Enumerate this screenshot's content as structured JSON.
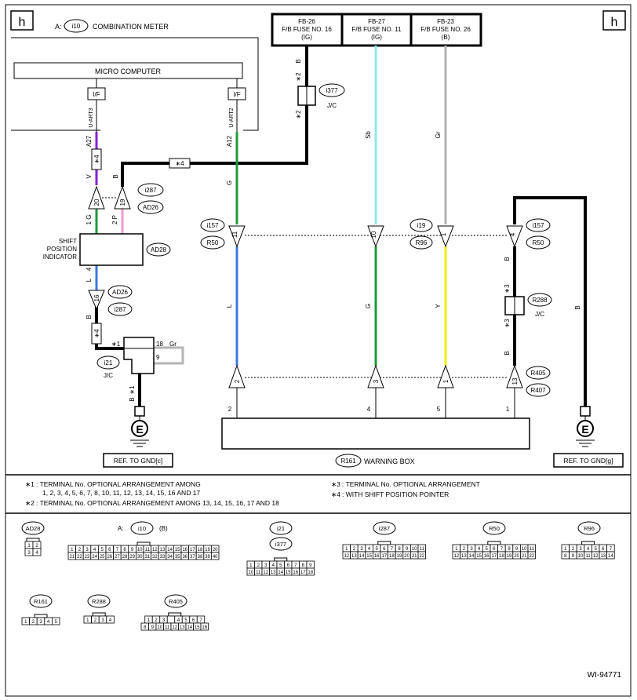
{
  "page": {
    "label_h": "h",
    "figure_id": "WI-94771"
  },
  "meter": {
    "prefix": "A:",
    "connector": "i10",
    "title": "COMBINATION METER",
    "micro": "MICRO COMPUTER",
    "if": "I/F",
    "uart3": "U-ART3",
    "uart2": "U-ART2"
  },
  "fuses": [
    {
      "id": "FB-26",
      "name": "F/B FUSE NO. 16",
      "circuit": "(IG)"
    },
    {
      "id": "FB-27",
      "name": "F/B FUSE NO. 11",
      "circuit": "(IG)"
    },
    {
      "id": "FB-23",
      "name": "F/B FUSE NO. 26",
      "circuit": "(B)"
    }
  ],
  "colors": {
    "B": "#000000",
    "V": "#8a1fd0",
    "G": "#1f9a3c",
    "P": "#f29ad6",
    "L": "#3a78e0",
    "Sb": "#8fe6ee",
    "Y": "#f3ef00",
    "Gr": "#b4b4b4"
  },
  "wire_labels": {
    "B": "B",
    "V": "V",
    "G": "G",
    "P": "P",
    "L": "L",
    "Sb": "Sb",
    "Y": "Y",
    "Gr": "Gr",
    "star1": "∗1",
    "star2": "∗2",
    "star3": "∗3",
    "star4": "∗4",
    "g1": "1 G",
    "p2": "2 P"
  },
  "pins": {
    "A27": "A27",
    "A12": "A12",
    "p20": "20",
    "p19": "19",
    "p11": "11",
    "p10": "10",
    "p1": "1",
    "p4": "4",
    "p16": "16",
    "p2": "2",
    "p3": "3",
    "p13": "13",
    "p18": "18",
    "p9": "9",
    "p5": "5"
  },
  "connectors": {
    "i377": "i377",
    "jc": "J/C",
    "i287": "i287",
    "AD26": "AD26",
    "AD28": "AD28",
    "i157": "i157",
    "R50": "R50",
    "i19": "i19",
    "R96": "R96",
    "R288": "R288",
    "i21": "i21",
    "R405": "R405",
    "R407": "R407",
    "R161": "R161"
  },
  "shift": {
    "line1": "SHIFT",
    "line2": "POSITION",
    "line3": "INDICATOR"
  },
  "warning_box": {
    "label": "WARNING BOX"
  },
  "ground": {
    "symbol": "E",
    "left": "REF. TO GND[c]",
    "right": "REF. TO GND[g]"
  },
  "notes": [
    {
      "mark": "∗1",
      "text": ": TERMINAL No. OPTIONAL ARRANGEMENT AMONG",
      "cont": "1, 2, 3, 4, 5, 6, 7, 8, 10, 11, 12, 13, 14, 15, 16 AND 17"
    },
    {
      "mark": "∗2",
      "text": ": TERMINAL No. OPTIONAL ARRANGEMENT AMONG 13, 14, 15, 16, 17 AND 18"
    },
    {
      "mark": "∗3",
      "text": ": TERMINAL No. OPTIONAL ARRANGEMENT"
    },
    {
      "mark": "∗4",
      "text": ": WITH SHIFT POSITION POINTER"
    }
  ],
  "connector_views": {
    "AD28": {
      "label": "AD28",
      "rows": [
        [
          "1",
          "2"
        ],
        [
          "3",
          "4"
        ]
      ]
    },
    "i10": {
      "prefix": "A:",
      "label": "i10",
      "suffix": "(B)",
      "rows": [
        [
          "1",
          "2",
          "3",
          "4",
          "5",
          "6",
          "7",
          "8",
          "9",
          "10",
          "11",
          "12",
          "13",
          "14",
          "15",
          "16",
          "17",
          "18",
          "19",
          "20"
        ],
        [
          "21",
          "22",
          "23",
          "24",
          "25",
          "26",
          "27",
          "28",
          "29",
          "30",
          "31",
          "32",
          "33",
          "34",
          "35",
          "36",
          "37",
          "38",
          "39",
          "40"
        ]
      ]
    },
    "i21": {
      "label": "i21",
      "label2": "i377",
      "rows": [
        [
          "1",
          "2",
          "3",
          "4",
          "5",
          "6",
          "7",
          "8",
          "9"
        ],
        [
          "10",
          "11",
          "12",
          "13",
          "14",
          "15",
          "16",
          "17",
          "18"
        ]
      ]
    },
    "i287": {
      "label": "i287",
      "rows": [
        [
          "1",
          "2",
          "3",
          "4",
          "5",
          "6",
          "7",
          "8",
          "9",
          "10",
          "11"
        ],
        [
          "12",
          "13",
          "14",
          "15",
          "16",
          "17",
          "18",
          "19",
          "20",
          "21",
          "22"
        ]
      ]
    },
    "R50": {
      "label": "R50",
      "rows": [
        [
          "1",
          "2",
          "3",
          "4",
          "5",
          "6",
          "7",
          "8",
          "9",
          "10",
          "11"
        ],
        [
          "12",
          "13",
          "14",
          "15",
          "16",
          "17",
          "18",
          "19",
          "20",
          "21",
          "22"
        ]
      ]
    },
    "R96": {
      "label": "R96",
      "rows": [
        [
          "1",
          "2",
          "3",
          "4",
          "5",
          "6",
          "7"
        ],
        [
          "8",
          "9",
          "10",
          "11",
          "12",
          "13",
          "14"
        ]
      ]
    },
    "R161": {
      "label": "R161",
      "rows": [
        [
          "1",
          "2",
          "3",
          "4",
          "5"
        ]
      ]
    },
    "R288": {
      "label": "R288",
      "rows": [
        [
          "1",
          "2",
          "3",
          "4"
        ]
      ]
    },
    "R405": {
      "label": "R405",
      "rows": [
        [
          "1",
          "2",
          "3",
          "",
          "4",
          "5",
          "6",
          "7"
        ],
        [
          "8",
          "9",
          "10",
          "11",
          "12",
          "13",
          "14",
          "15",
          "16"
        ]
      ]
    }
  }
}
